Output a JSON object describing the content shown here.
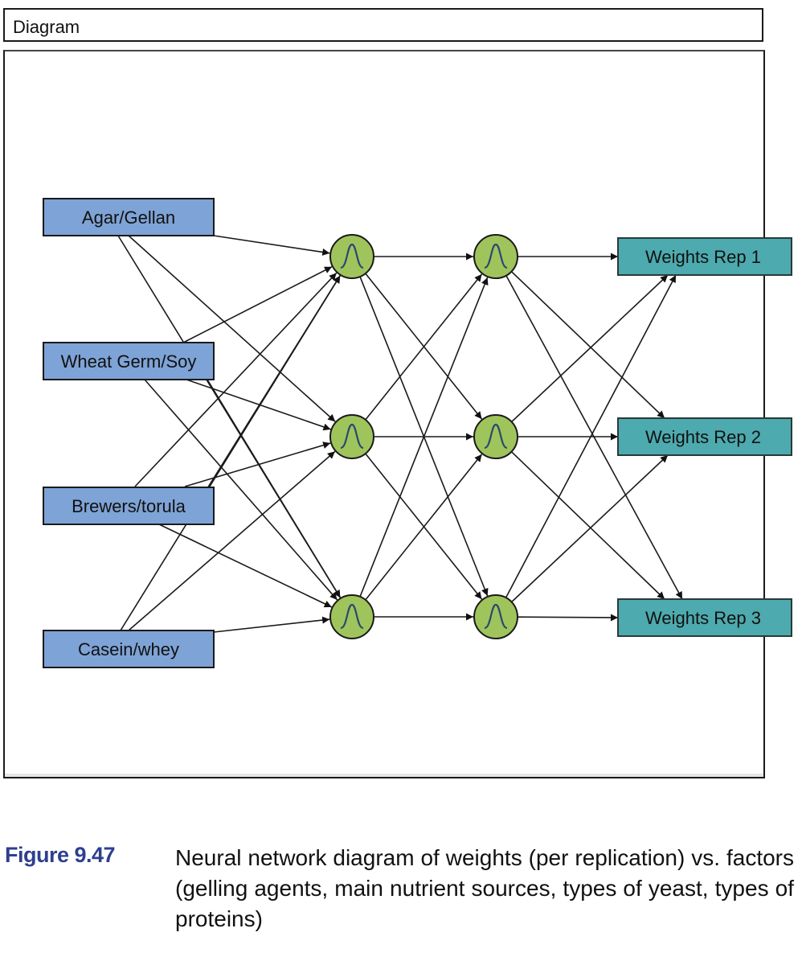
{
  "header": {
    "title": "Diagram"
  },
  "diagram": {
    "colors": {
      "input_fill": "#7ea3d6",
      "hidden_fill": "#9fc45c",
      "output_fill": "#4daaae",
      "edge": "#1a1a1a",
      "curve": "#2a4a6e"
    },
    "inputs": [
      {
        "id": "in1",
        "label": "Agar/Gellan"
      },
      {
        "id": "in2",
        "label": "Wheat Germ/Soy"
      },
      {
        "id": "in3",
        "label": "Brewers/torula"
      },
      {
        "id": "in4",
        "label": "Casein/whey"
      }
    ],
    "hidden_layer_1": [
      {
        "id": "h1a",
        "activation": "gaussian"
      },
      {
        "id": "h1b",
        "activation": "gaussian"
      },
      {
        "id": "h1c",
        "activation": "gaussian"
      }
    ],
    "hidden_layer_2": [
      {
        "id": "h2a",
        "activation": "gaussian"
      },
      {
        "id": "h2b",
        "activation": "gaussian"
      },
      {
        "id": "h2c",
        "activation": "gaussian"
      }
    ],
    "outputs": [
      {
        "id": "out1",
        "label": "Weights Rep 1"
      },
      {
        "id": "out2",
        "label": "Weights Rep 2"
      },
      {
        "id": "out3",
        "label": "Weights Rep 3"
      }
    ],
    "connections": "fully-connected between consecutive layers"
  },
  "caption": {
    "figure_number": "Figure 9.47",
    "text": "Neural network diagram of weights (per replication) vs. factors (gelling agents, main nutrient sources, types of yeast, types of proteins)"
  }
}
